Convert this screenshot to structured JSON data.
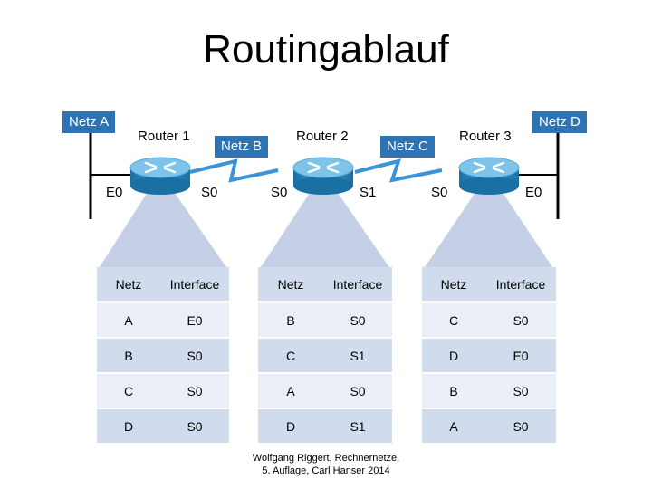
{
  "title": "Routingablauf",
  "networks": {
    "a": "Netz A",
    "b": "Netz B",
    "c": "Netz C",
    "d": "Netz D"
  },
  "routers": [
    {
      "name": "Router 1",
      "left_if": "E0",
      "right_if": "S0"
    },
    {
      "name": "Router 2",
      "left_if": "S0",
      "right_if": "S1"
    },
    {
      "name": "Router 3",
      "left_if": "S0",
      "right_if": "E0"
    }
  ],
  "tables": [
    {
      "headers": [
        "Netz",
        "Interface"
      ],
      "rows": [
        [
          "A",
          "E0"
        ],
        [
          "B",
          "S0"
        ],
        [
          "C",
          "S0"
        ],
        [
          "D",
          "S0"
        ]
      ]
    },
    {
      "headers": [
        "Netz",
        "Interface"
      ],
      "rows": [
        [
          "B",
          "S0"
        ],
        [
          "C",
          "S1"
        ],
        [
          "A",
          "S0"
        ],
        [
          "D",
          "S1"
        ]
      ]
    },
    {
      "headers": [
        "Netz",
        "Interface"
      ],
      "rows": [
        [
          "C",
          "S0"
        ],
        [
          "D",
          "E0"
        ],
        [
          "B",
          "S0"
        ],
        [
          "A",
          "S0"
        ]
      ]
    }
  ],
  "credit": {
    "line1": "Wolfgang Riggert, Rechnernetze,",
    "line2": "5. Auflage, Carl Hanser 2014"
  },
  "colors": {
    "label_bg": "#2e74b5",
    "router_body": "#2a87c0",
    "router_top": "#7ec3e8",
    "serial_link": "#3b93d8",
    "funnel": "#c5d0e6"
  }
}
